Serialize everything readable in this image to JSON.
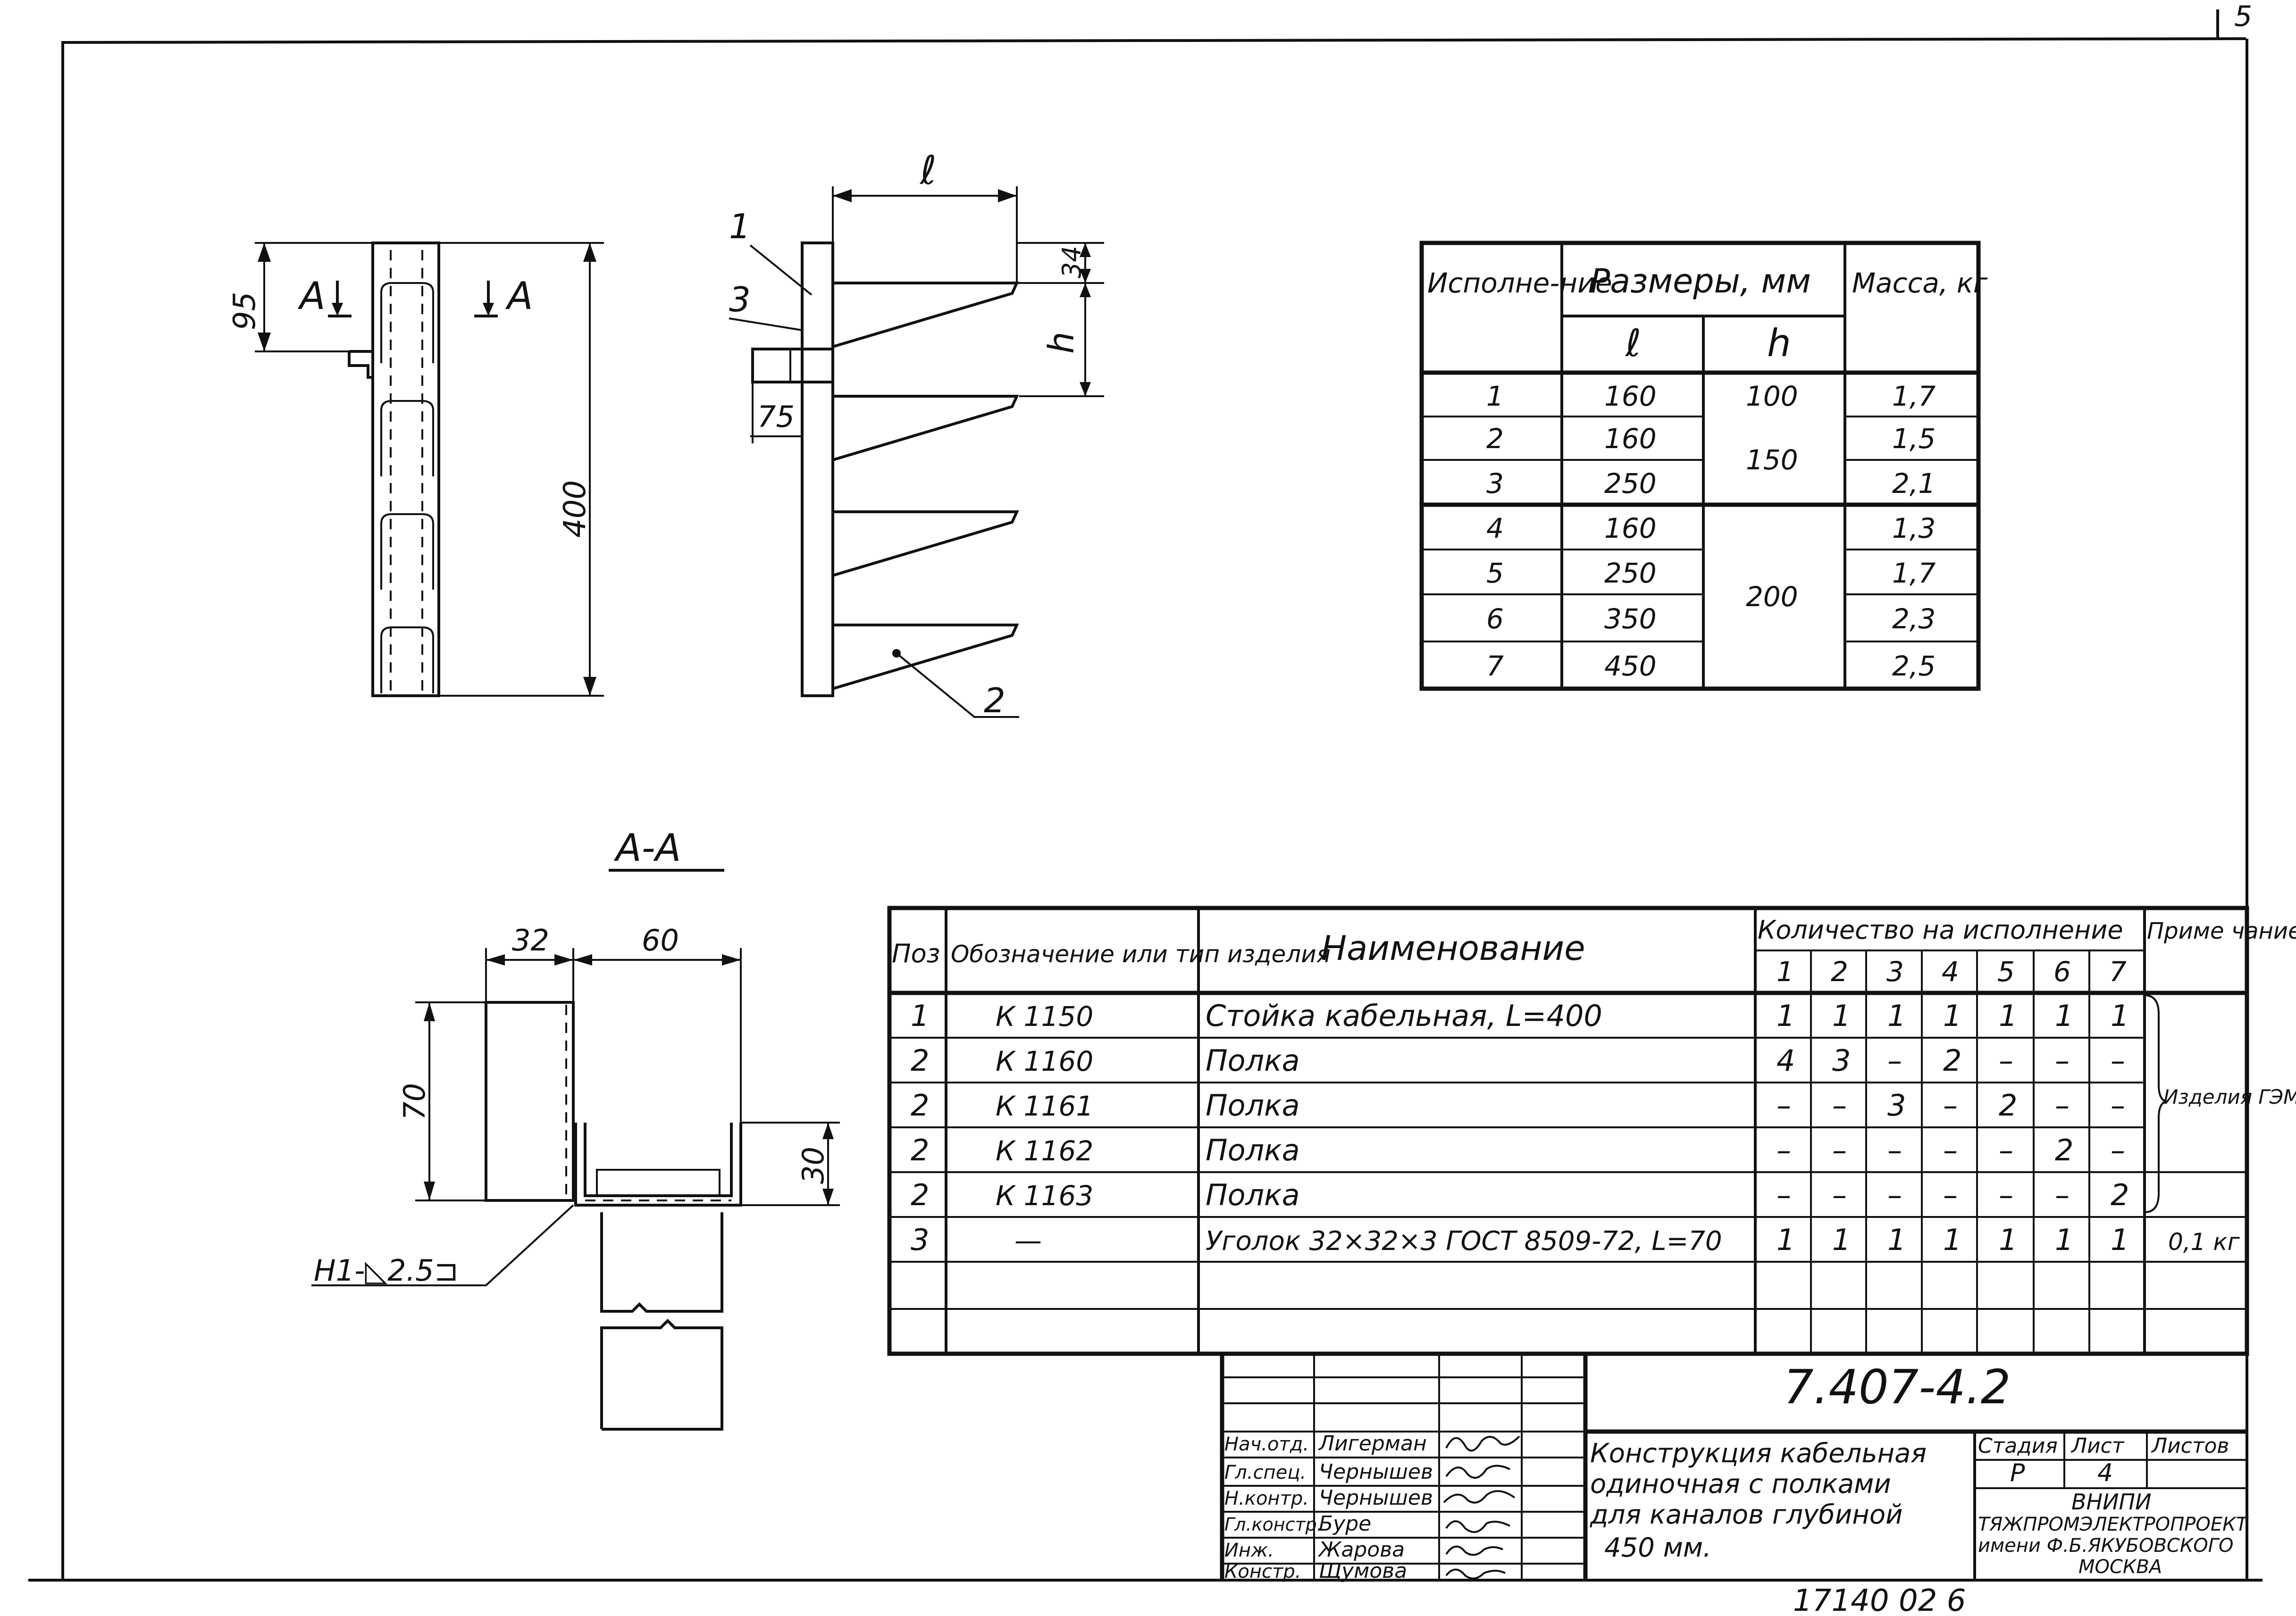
{
  "page_number": "5",
  "main_view": {
    "section_mark": "A",
    "dim_95": "95",
    "dim_400": "400"
  },
  "side_view": {
    "dim_l": "ℓ",
    "dim_34": "34",
    "dim_h": "h",
    "dim_75": "75",
    "pos_1": "1",
    "pos_2": "2",
    "pos_3": "3"
  },
  "section_view": {
    "title": "А-А",
    "dim_32": "32",
    "dim_60": "60",
    "dim_70": "70",
    "dim_30": "30",
    "weld_note": "Н1-◺2.5⊐"
  },
  "variants_table": {
    "header_variant": "Исполне-ние",
    "header_sizes": "Размеры, мм",
    "header_mass": "Масса, кг",
    "sub_l": "ℓ",
    "sub_h": "h",
    "rows": [
      {
        "n": "1",
        "l": "160",
        "mass": "1,7"
      },
      {
        "n": "2",
        "l": "160",
        "mass": "1,5"
      },
      {
        "n": "3",
        "l": "250",
        "mass": "2,1"
      },
      {
        "n": "4",
        "l": "160",
        "mass": "1,3"
      },
      {
        "n": "5",
        "l": "250",
        "mass": "1,7"
      },
      {
        "n": "6",
        "l": "350",
        "mass": "2,3"
      },
      {
        "n": "7",
        "l": "450",
        "mass": "2,5"
      }
    ],
    "h_groups": [
      "100",
      "150",
      "200"
    ]
  },
  "spec_table": {
    "header_pos": "Поз",
    "header_designation": "Обозначение или тип изделия",
    "header_name": "Наименование",
    "header_qty": "Количество на исполнение",
    "header_note": "Приме чание",
    "variant_cols": [
      "1",
      "2",
      "3",
      "4",
      "5",
      "6",
      "7"
    ],
    "rows": [
      {
        "pos": "1",
        "des": "К 1150",
        "name": "Стойка кабельная, L=400",
        "q": [
          "1",
          "1",
          "1",
          "1",
          "1",
          "1",
          "1"
        ],
        "note": ""
      },
      {
        "pos": "2",
        "des": "К 1160",
        "name": "Полка",
        "q": [
          "4",
          "3",
          "–",
          "2",
          "–",
          "–",
          "–"
        ],
        "note": ""
      },
      {
        "pos": "2",
        "des": "К 1161",
        "name": "Полка",
        "q": [
          "–",
          "–",
          "3",
          "–",
          "2",
          "–",
          "–"
        ],
        "note": "Изделия ГЭМ"
      },
      {
        "pos": "2",
        "des": "К 1162",
        "name": "Полка",
        "q": [
          "–",
          "–",
          "–",
          "–",
          "–",
          "2",
          "–"
        ],
        "note": ""
      },
      {
        "pos": "2",
        "des": "К 1163",
        "name": "Полка",
        "q": [
          "–",
          "–",
          "–",
          "–",
          "–",
          "–",
          "2"
        ],
        "note": ""
      },
      {
        "pos": "3",
        "des": "—",
        "name": "Уголок 32×32×3 ГОСТ 8509-72, L=70",
        "q": [
          "1",
          "1",
          "1",
          "1",
          "1",
          "1",
          "1"
        ],
        "note": "0,1 кг"
      }
    ]
  },
  "title_block": {
    "doc_number": "7.407-4.2",
    "roles": [
      "Нач.отд.",
      "Гл.спец.",
      "Н.контр.",
      "Гл.констр.",
      "Инж.",
      "Констр."
    ],
    "names": [
      "Лигерман",
      "Чернышев",
      "Чернышев",
      "Буре",
      "Жарова",
      "Щумова"
    ],
    "title_lines": [
      "Конструкция кабельная",
      "одиночная с полками",
      "для каналов глубиной",
      "450 мм."
    ],
    "stage_label": "Стадия",
    "sheet_label": "Лист",
    "sheets_label": "Листов",
    "stage": "Р",
    "sheet": "4",
    "org_lines": [
      "ВНИПИ",
      "ТЯЖПРОМЭЛЕКТРОПРОЕКТ",
      "имени Ф.Б.ЯКУБОВСКОГО",
      "МОСКВА"
    ]
  },
  "archive_number": "17140 02 6"
}
